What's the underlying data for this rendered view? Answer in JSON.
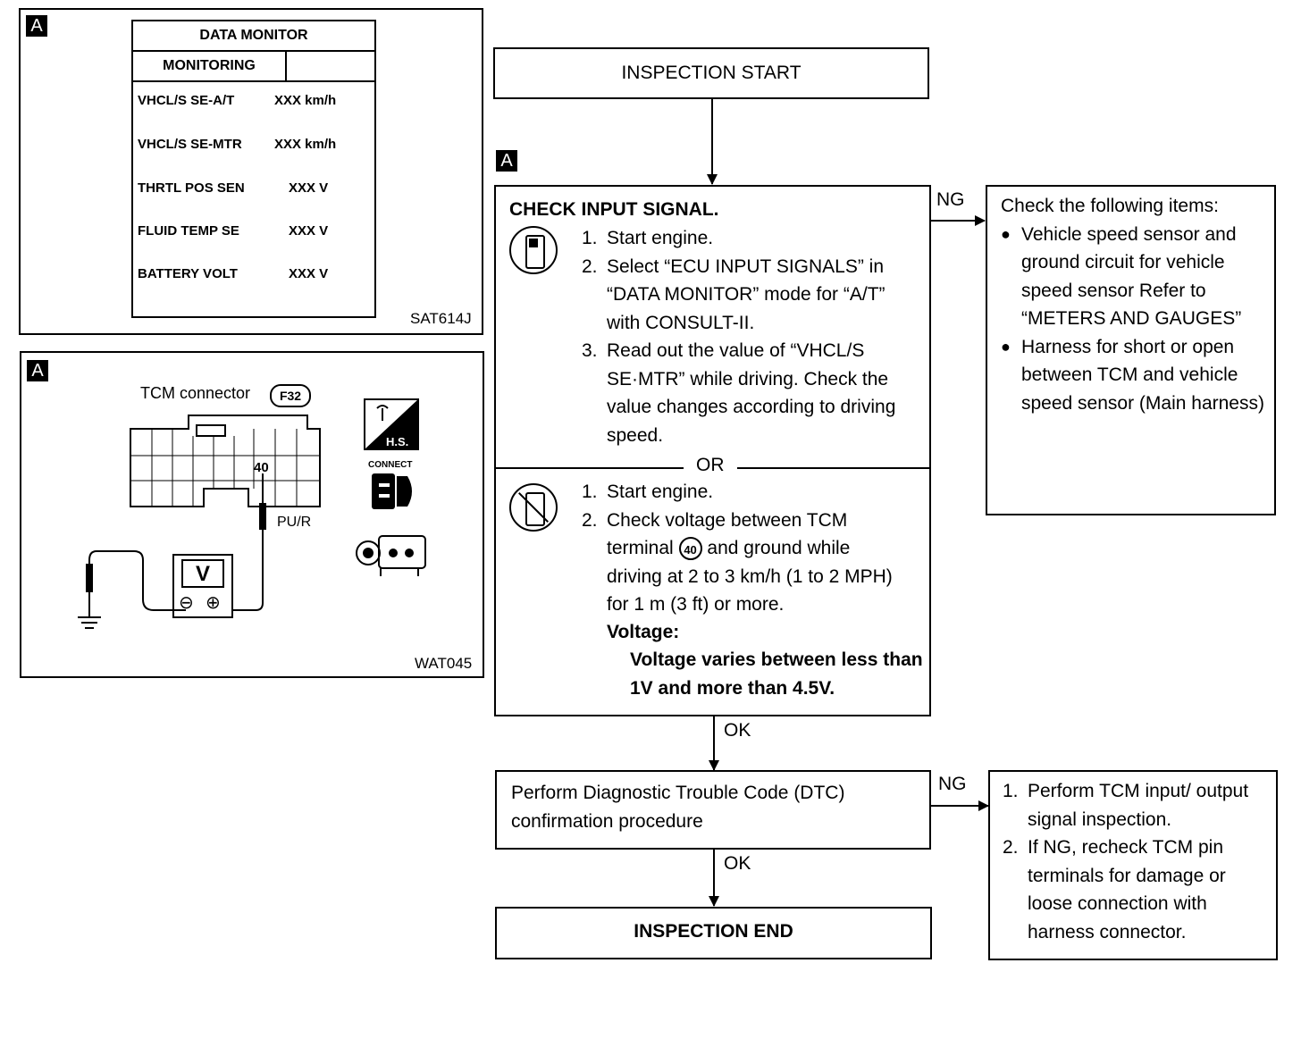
{
  "data_monitor_panel": {
    "flag": "A",
    "title": "DATA MONITOR",
    "subheader": "MONITORING",
    "rows": [
      {
        "label": "VHCL/S SE-A/T",
        "value": "XXX km/h"
      },
      {
        "label": "VHCL/S SE-MTR",
        "value": "XXX km/h"
      },
      {
        "label": "THRTL POS SEN",
        "value": "XXX V"
      },
      {
        "label": "FLUID TEMP SE",
        "value": "XXX V"
      },
      {
        "label": "BATTERY VOLT",
        "value": "XXX V"
      }
    ],
    "figure_id": "SAT614J"
  },
  "connector_panel": {
    "flag": "A",
    "title": "TCM connector",
    "connector_code": "F32",
    "pin_number": "40",
    "wire_color": "PU/R",
    "meter_symbol": "V",
    "minus_terminal": "⊖",
    "plus_terminal": "⊕",
    "hs_label": "H.S.",
    "connect_label": "CONNECT",
    "figure_id": "WAT045"
  },
  "flowchart": {
    "start": "INSPECTION START",
    "check_flag": "A",
    "check_title": "CHECK INPUT SIGNAL.",
    "consult_steps": [
      {
        "num": "1.",
        "text": "Start engine."
      },
      {
        "num": "2.",
        "text": "Select “ECU INPUT SIGNALS” in “DATA MONITOR” mode for “A/T” with CONSULT-II."
      },
      {
        "num": "3.",
        "text": "Read out the value of “VHCL/S SE·MTR” while driving. Check the value changes according to driving speed."
      }
    ],
    "or_label": "OR",
    "manual_steps": [
      {
        "num": "1.",
        "text": "Start engine."
      },
      {
        "num": "2.",
        "pre": "Check voltage between TCM terminal",
        "pin": "40",
        "post": "and ground while driving at 2 to 3 km/h (1 to 2 MPH) for 1 m (3 ft) or more."
      }
    ],
    "voltage_label": "Voltage:",
    "voltage_spec": "Voltage varies between less than 1V and more than 4.5V.",
    "ng_label_1": "NG",
    "ok_label_1": "OK",
    "ng_box_1": {
      "heading": "Check the following items:",
      "items": [
        "Vehicle speed sensor and ground circuit for vehicle speed sensor Refer to “METERS AND GAUGES”",
        "Harness for short or open between TCM and vehicle speed sensor (Main harness)"
      ]
    },
    "dtc_box": "Perform Diagnostic Trouble Code (DTC) confirmation procedure",
    "ng_label_2": "NG",
    "ok_label_2": "OK",
    "ng_box_2": [
      {
        "num": "1.",
        "text": "Perform TCM input/ output signal inspection."
      },
      {
        "num": "2.",
        "text": "If NG, recheck TCM pin terminals for damage or loose connection with harness connector."
      }
    ],
    "end": "INSPECTION END"
  }
}
